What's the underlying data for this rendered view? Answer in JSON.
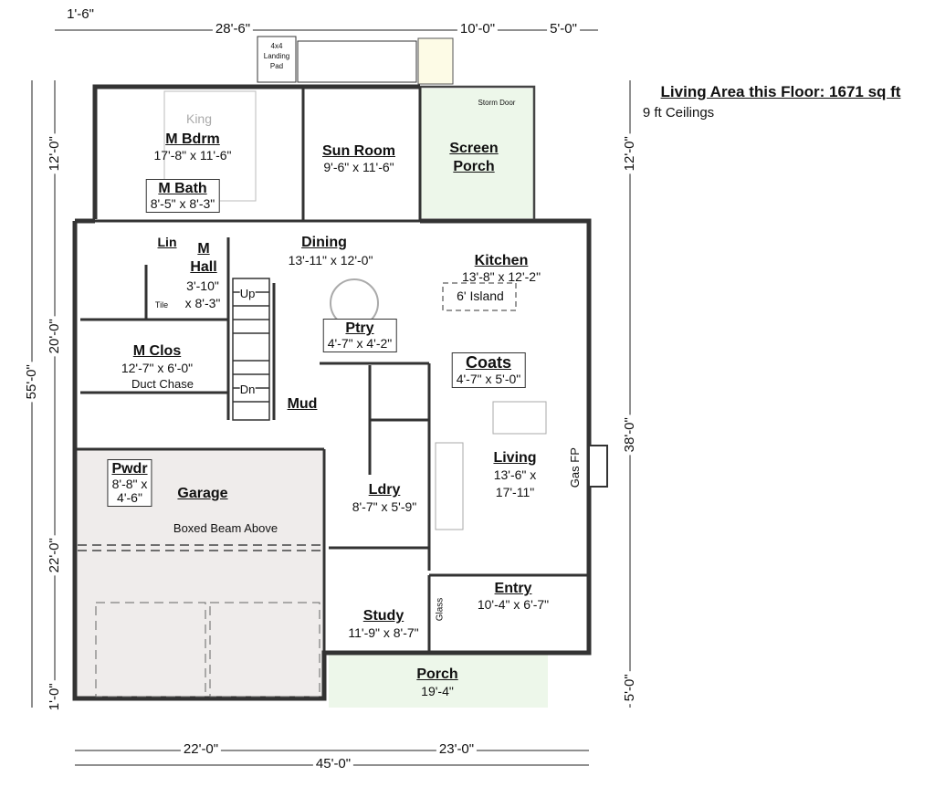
{
  "summary": {
    "living_area": "Living Area this Floor: 1671 sq ft",
    "ceilings": "9 ft Ceilings"
  },
  "rooms": {
    "m_bdrm": {
      "name": "M Bdrm",
      "size": "17'-8\" x 11'-6\"",
      "bed": "King"
    },
    "sun_room": {
      "name": "Sun Room",
      "size": "9'-6\" x 11'-6\""
    },
    "screen_porch": {
      "name_1": "Screen",
      "name_2": "Porch"
    },
    "m_bath": {
      "name": "M Bath",
      "size": "8'-5\" x 8'-3\""
    },
    "lin": {
      "name": "Lin"
    },
    "tile": {
      "name": "Tile"
    },
    "m_hall": {
      "name_1": "M",
      "name_2": "Hall",
      "size_1": "3'-10\"",
      "size_2": "x 8'-3\""
    },
    "dining": {
      "name": "Dining",
      "size": "13'-11\" x 12'-0\""
    },
    "kitchen": {
      "name": "Kitchen",
      "size": "13'-8\" x 12'-2\"",
      "island": "6' Island"
    },
    "ptry": {
      "name": "Ptry",
      "size": "4'-7\" x 4'-2\""
    },
    "coats": {
      "name": "Coats",
      "size": "4'-7\" x 5'-0\""
    },
    "m_clos": {
      "name": "M Clos",
      "size": "12'-7\" x 6'-0\""
    },
    "mud": {
      "name": "Mud"
    },
    "living": {
      "name": "Living",
      "size_1": "13'-6\" x",
      "size_2": "17'-11\"",
      "fireplace": "Gas FP"
    },
    "pwdr": {
      "name": "Pwdr",
      "size_1": "8'-8\" x",
      "size_2": "4'-6\""
    },
    "garage": {
      "name": "Garage"
    },
    "ldry": {
      "name": "Ldry",
      "size": "8'-7\" x 5'-9\""
    },
    "study": {
      "name": "Study",
      "size": "11'-9\" x 8'-7\""
    },
    "entry": {
      "name": "Entry",
      "size": "10'-4\" x 6'-7\""
    },
    "porch": {
      "name": "Porch",
      "size": "19'-4\""
    }
  },
  "annotations": {
    "landing_1": "4x4",
    "landing_2": "Landing",
    "landing_3": "Pad",
    "storm_door": "Storm Door",
    "duct_chase": "Duct Chase",
    "boxed_beam": "Boxed Beam Above",
    "stair_up": "Up",
    "stair_dn": "Dn",
    "glass": "Glass"
  },
  "dimensions": {
    "top": [
      "1'-6\"",
      "28'-6\"",
      "10'-0\"",
      "5'-0\""
    ],
    "left_total": "55'-0\"",
    "left": [
      "12'-0\"",
      "20'-0\"",
      "22'-0\"",
      "1'-0\""
    ],
    "right": [
      "12'-0\"",
      "38'-0\"",
      "5'-0\""
    ],
    "bottom": [
      "22'-0\"",
      "23'-0\""
    ],
    "bottom_total": "45'-0\""
  }
}
